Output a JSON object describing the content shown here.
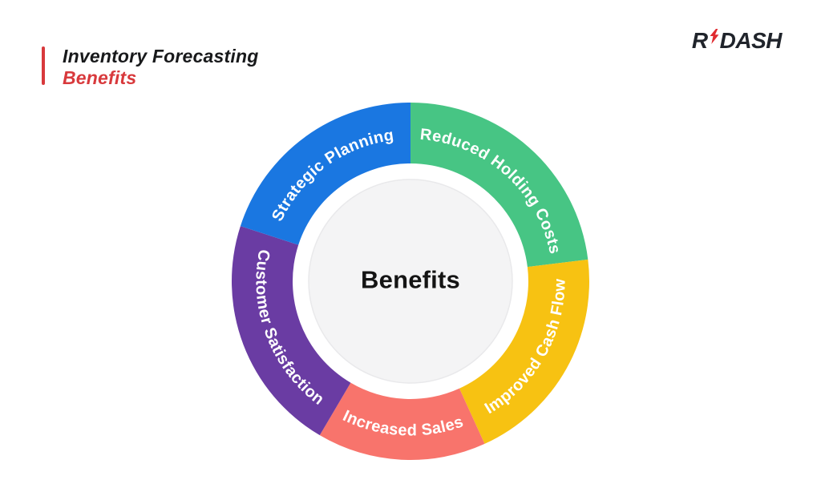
{
  "header": {
    "title": "Inventory Forecasting",
    "subtitle": "Benefits",
    "title_color": "#18191b",
    "accent_color": "#d8393c"
  },
  "logo": {
    "part1": "R",
    "part2": "DASH",
    "bolt_icon": "lightning-bolt",
    "text_color": "#20242b",
    "bolt_color": "#e02b30"
  },
  "chart_data": {
    "type": "pie",
    "variant": "donut",
    "title": "Inventory Forecasting Benefits",
    "center_label": "Benefits",
    "center_label_color": "#141414",
    "label_color": "#ffffff",
    "inner_circle_color": "#f4f4f5",
    "inner_circle_border": "#e9e9eb",
    "legend_position": "labels-on-segments",
    "segments": [
      {
        "label": "Reduced Holding Costs",
        "color": "#47c584",
        "start_angle": 0,
        "end_angle": 83,
        "percent": 23
      },
      {
        "label": "Improved Cash Flow",
        "color": "#f7c212",
        "start_angle": 83,
        "end_angle": 155.5,
        "percent": 20
      },
      {
        "label": "Increased Sales",
        "color": "#f8746c",
        "start_angle": 155.5,
        "end_angle": 210.5,
        "percent": 15
      },
      {
        "label": "Customer Satisfaction",
        "color": "#6a3ca3",
        "start_angle": 210.5,
        "end_angle": 288,
        "percent": 22
      },
      {
        "label": "Strategic Planning",
        "color": "#1a77e1",
        "start_angle": 288,
        "end_angle": 360,
        "percent": 20
      }
    ]
  }
}
